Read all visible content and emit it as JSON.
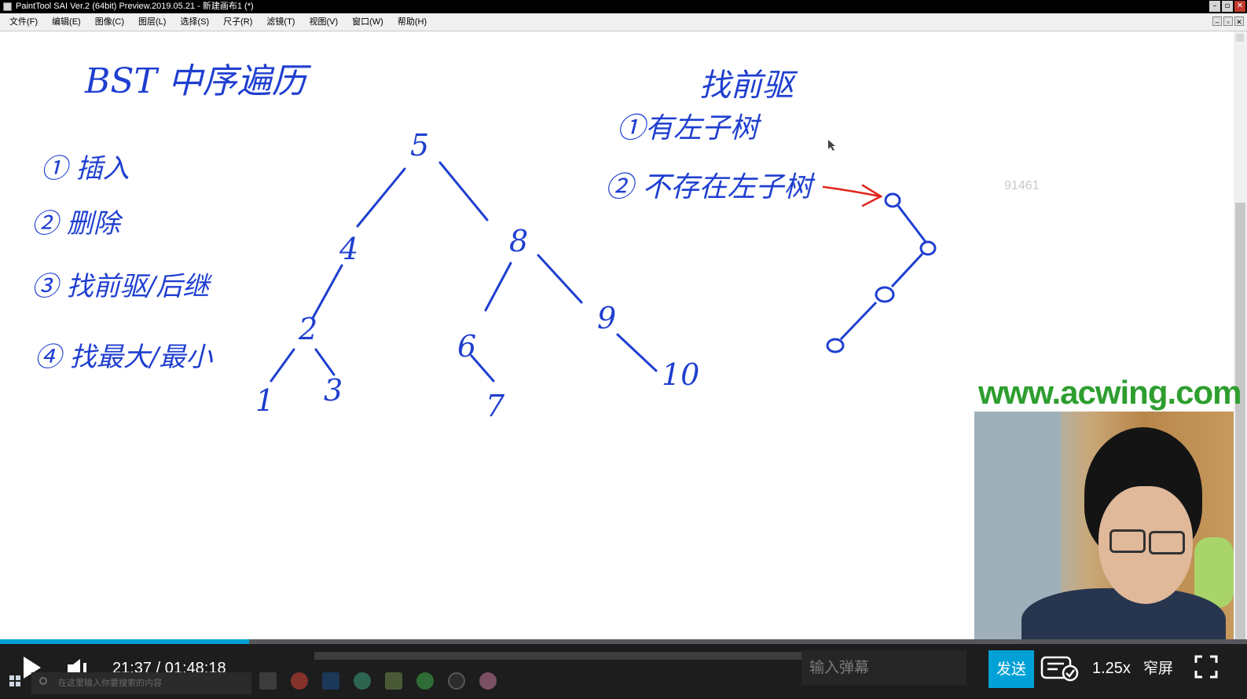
{
  "window": {
    "title": "PaintTool SAI Ver.2 (64bit) Preview.2019.05.21 - 新建画布1 (*)",
    "controls": [
      "–",
      "▫",
      "✕"
    ]
  },
  "menu": {
    "items": [
      "文件(F)",
      "编辑(E)",
      "图像(C)",
      "图层(L)",
      "选择(S)",
      "尺子(R)",
      "滤镜(T)",
      "视图(V)",
      "窗口(W)",
      "帮助(H)"
    ],
    "mdi_controls": [
      "–",
      "▫",
      "✕"
    ]
  },
  "canvas": {
    "ink_color": "#1f3fd0",
    "arrow_color": "#e0261d",
    "notes": {
      "heading_left": "BST   中序遍历",
      "heading_right": "找前驱",
      "list": [
        "① 插入",
        "② 删除",
        "③ 找前驱/后继",
        "④ 找最大/最小"
      ],
      "right_list": [
        "①有左子树",
        "② 不存在左子树"
      ]
    },
    "bst_nodes": [
      "5",
      "4",
      "8",
      "2",
      "6",
      "9",
      "1",
      "3",
      "7",
      "10"
    ],
    "watermark": "91461",
    "site_watermark": "www.acwing.com",
    "site_watermark_color": "#2e9e2e"
  },
  "player": {
    "time": "21:37 / 01:48:18",
    "progress": 0.2,
    "progress_color": "#00a1d6",
    "danmaku_placeholder": "输入弹幕",
    "send_label": "发送",
    "speed_label": "1.25x",
    "narrow_label": "窄屏"
  },
  "taskbar": {
    "search_placeholder": "在这里输入你要搜索的内容",
    "apps": [
      "task-view-icon",
      "chrome-icon",
      "photoshop-icon",
      "app-icon",
      "files-icon",
      "wechat-icon",
      "obs-icon",
      "paint-icon"
    ]
  }
}
